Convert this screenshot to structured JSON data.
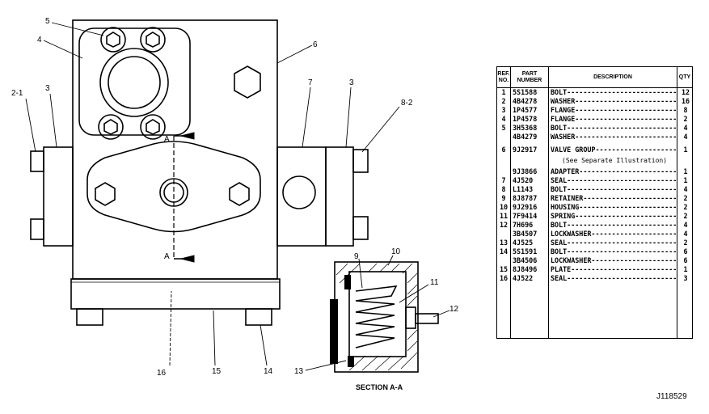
{
  "callouts": {
    "c5": "5",
    "c4": "4",
    "c6": "6",
    "c2_1": "2-1",
    "c3_left": "3",
    "c7": "7",
    "c3_right": "3",
    "c8_2": "8-2",
    "c9": "9",
    "c10": "10",
    "c11": "11",
    "c12": "12",
    "c13": "13",
    "c16": "16",
    "c15": "15",
    "c14": "14",
    "section_mark_top": "A",
    "section_mark_bottom": "A"
  },
  "section_caption": "SECTION A-A",
  "figure_code": "J118529",
  "table": {
    "headers": {
      "ref": "REF. NO.",
      "part": "PART NUMBER",
      "desc": "DESCRIPTION",
      "qty": "QTY"
    },
    "rows": [
      {
        "ref": "1",
        "part": "5S1588",
        "desc": "BOLT",
        "qty": "12"
      },
      {
        "ref": "2",
        "part": "4B4278",
        "desc": "WASHER",
        "qty": "16"
      },
      {
        "ref": "3",
        "part": "1P4577",
        "desc": "FLANGE",
        "qty": "8"
      },
      {
        "ref": "4",
        "part": "1P4578",
        "desc": "FLANGE",
        "qty": "2"
      },
      {
        "ref": "5",
        "part": "3H5368",
        "desc": "BOLT",
        "qty": "4"
      },
      {
        "ref": "",
        "part": "4B4279",
        "desc": "WASHER",
        "qty": "4"
      },
      {
        "ref": "6",
        "part": "9J2917",
        "desc": "VALVE GROUP",
        "qty": "1"
      },
      {
        "ref": "",
        "part": "9J3866",
        "desc": "ADAPTER",
        "qty": "1"
      },
      {
        "ref": "7",
        "part": "4J520",
        "desc": "SEAL",
        "qty": "1"
      },
      {
        "ref": "8",
        "part": "L1143",
        "desc": "BOLT",
        "qty": "4"
      },
      {
        "ref": "9",
        "part": "8J8787",
        "desc": "RETAINER",
        "qty": "2"
      },
      {
        "ref": "10",
        "part": "9J2916",
        "desc": "HOUSING",
        "qty": "2"
      },
      {
        "ref": "11",
        "part": "7F9414",
        "desc": "SPRING",
        "qty": "2"
      },
      {
        "ref": "12",
        "part": "7H696",
        "desc": "BOLT",
        "qty": "4"
      },
      {
        "ref": "",
        "part": "3B4507",
        "desc": "LOCKWASHER",
        "qty": "4"
      },
      {
        "ref": "13",
        "part": "4J525",
        "desc": "SEAL",
        "qty": "2"
      },
      {
        "ref": "14",
        "part": "5S1591",
        "desc": "BOLT",
        "qty": "6"
      },
      {
        "ref": "",
        "part": "3B4506",
        "desc": "LOCKWASHER",
        "qty": "6"
      },
      {
        "ref": "15",
        "part": "8J8496",
        "desc": "PLATE",
        "qty": "1"
      },
      {
        "ref": "16",
        "part": "4J522",
        "desc": "SEAL",
        "qty": "3"
      }
    ],
    "valve_group_note": "(See Separate Illustration)"
  }
}
